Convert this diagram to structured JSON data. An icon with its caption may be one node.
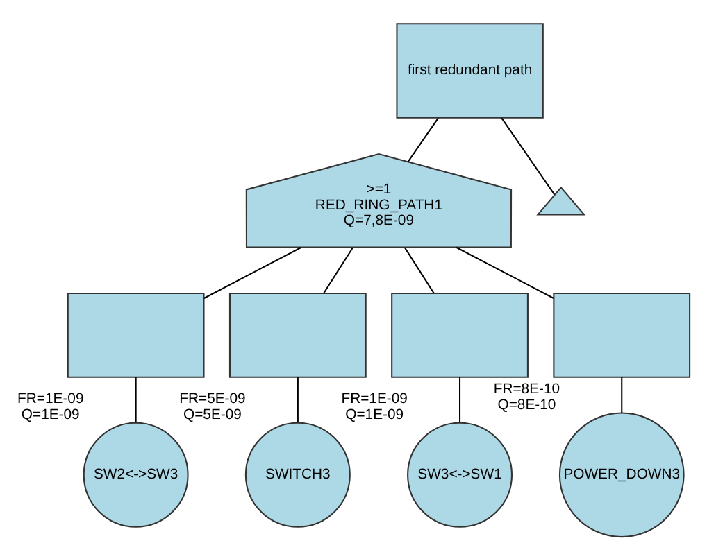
{
  "diagram": {
    "nodes": [
      {
        "text": [
          "first redundant path"
        ]
      },
      {
        "text": [
          ">=1",
          "RED_RING_PATH1",
          "Q=7,8E-09"
        ]
      },
      {
        "text": [],
        "shape": "triangle"
      },
      {
        "text": [],
        "shape": "box"
      },
      {
        "text": [],
        "shape": "box"
      },
      {
        "text": [],
        "shape": "box"
      },
      {
        "text": [],
        "shape": "box"
      },
      {
        "text": [
          "SW2<->SW3"
        ],
        "beside": [
          "FR=1E-09",
          "Q=1E-09"
        ]
      },
      {
        "text": [
          "SWITCH3"
        ],
        "beside": [
          "FR=5E-09",
          "Q=5E-09"
        ]
      },
      {
        "text": [
          "SW3<->SW1"
        ],
        "beside": [
          "FR=1E-09",
          "Q=1E-09"
        ]
      },
      {
        "text": [
          "POWER_DOWN3"
        ],
        "beside": [
          "FR=8E-10",
          "Q=8E-10"
        ]
      }
    ],
    "edges": [
      {
        "from": 0,
        "to": 1,
        "arrow": "none"
      },
      {
        "from": 0,
        "to": 2,
        "arrow": "none"
      },
      {
        "from": 1,
        "to": 3,
        "arrow": "none"
      },
      {
        "from": 1,
        "to": 4,
        "arrow": "none"
      },
      {
        "from": 1,
        "to": 5,
        "arrow": "none"
      },
      {
        "from": 1,
        "to": 6,
        "arrow": "none"
      },
      {
        "from": 3,
        "to": 7,
        "arrow": "none"
      },
      {
        "from": 4,
        "to": 8,
        "arrow": "none"
      },
      {
        "from": 5,
        "to": 9,
        "arrow": "none"
      },
      {
        "from": 6,
        "to": 10,
        "arrow": "none"
      }
    ]
  }
}
